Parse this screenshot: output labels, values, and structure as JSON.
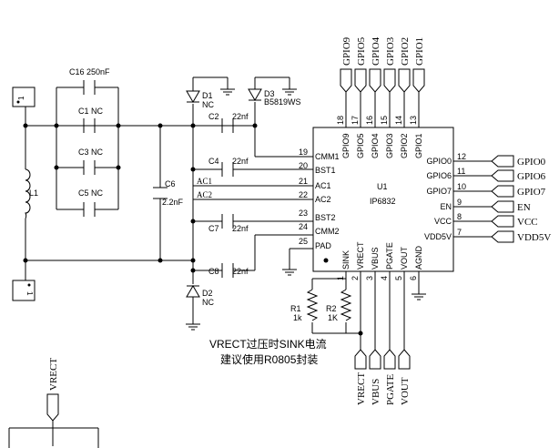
{
  "chip": {
    "ref": "U1",
    "part": "IP6832",
    "pins_left": [
      {
        "num": "19",
        "name": "CMM1"
      },
      {
        "num": "20",
        "name": "BST1"
      },
      {
        "num": "21",
        "name": "AC1"
      },
      {
        "num": "22",
        "name": "AC2"
      },
      {
        "num": "23",
        "name": "BST2"
      },
      {
        "num": "24",
        "name": "CMM2"
      },
      {
        "num": "25",
        "name": "PAD"
      }
    ],
    "pins_right": [
      {
        "num": "12",
        "name": "GPIO0",
        "net": "GPIO0"
      },
      {
        "num": "11",
        "name": "GPIO6",
        "net": "GPIO6"
      },
      {
        "num": "10",
        "name": "GPIO7",
        "net": "GPIO7"
      },
      {
        "num": "9",
        "name": "EN",
        "net": "EN"
      },
      {
        "num": "8",
        "name": "VCC",
        "net": "VCC"
      },
      {
        "num": "7",
        "name": "VDD5V",
        "net": "VDD5V"
      }
    ],
    "pins_top": [
      {
        "num": "18",
        "name": "GPIO9",
        "net": "GPIO9"
      },
      {
        "num": "17",
        "name": "GPIO5",
        "net": "GPIO5"
      },
      {
        "num": "16",
        "name": "GPIO4",
        "net": "GPIO4"
      },
      {
        "num": "15",
        "name": "GPIO3",
        "net": "GPIO3"
      },
      {
        "num": "14",
        "name": "GPIO2",
        "net": "GPIO2"
      },
      {
        "num": "13",
        "name": "GPIO1",
        "net": "GPIO1"
      }
    ],
    "pins_bottom": [
      {
        "num": "1",
        "name": "SINK"
      },
      {
        "num": "2",
        "name": "VRECT",
        "net": "VRECT"
      },
      {
        "num": "3",
        "name": "VBUS",
        "net": "VBUS"
      },
      {
        "num": "4",
        "name": "PGATE",
        "net": "PGATE"
      },
      {
        "num": "5",
        "name": "VOUT",
        "net": "VOUT"
      },
      {
        "num": "6",
        "name": "AGND"
      }
    ]
  },
  "components": {
    "C16": {
      "ref": "C16",
      "value": "250nF"
    },
    "C1": {
      "ref": "C1",
      "value": "NC"
    },
    "C3": {
      "ref": "C3",
      "value": "NC"
    },
    "C5": {
      "ref": "C5",
      "value": "NC"
    },
    "C6": {
      "ref": "C6",
      "value": "2.2nF"
    },
    "L1": {
      "ref": "L1"
    },
    "C2": {
      "ref": "C2",
      "value": "22nf"
    },
    "C4": {
      "ref": "C4",
      "value": "22nf"
    },
    "C7": {
      "ref": "C7",
      "value": "22nf"
    },
    "C8": {
      "ref": "C8",
      "value": "22nf"
    },
    "D1": {
      "ref": "D1",
      "value": "NC"
    },
    "D2": {
      "ref": "D2",
      "value": "NC"
    },
    "D3": {
      "ref": "D3",
      "value": "B5819WS"
    },
    "R1": {
      "ref": "R1",
      "value": "1k"
    },
    "R2": {
      "ref": "R2",
      "value": "1K"
    }
  },
  "nets": {
    "ac1": "AC1",
    "ac2": "AC2",
    "vrect_bottom": "VRECT"
  },
  "connectors": {
    "top_pin": "1",
    "bottom_pin": "1"
  },
  "notes": {
    "line1": "VRECT过压时SINK电流",
    "line2": "建议使用R0805封装"
  }
}
